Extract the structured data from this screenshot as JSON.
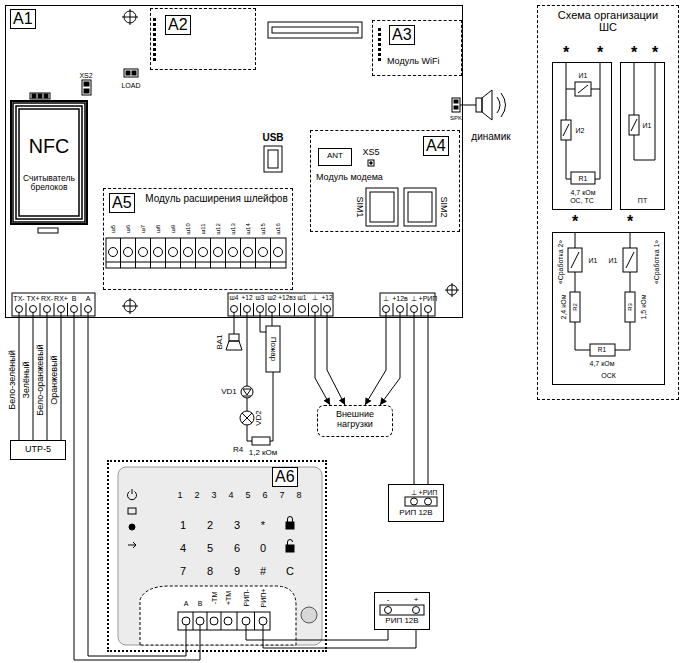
{
  "diagram": {
    "nodes": [
      {
        "text": [
          "A1"
        ]
      },
      {
        "text": [
          "A2"
        ],
        "in": 0
      },
      {
        "text": [
          "A3",
          "Модуль WiFi"
        ],
        "in": 0
      },
      {
        "text": [
          "NFC",
          "Считыватель брелоков"
        ],
        "in": 0
      },
      {
        "text": [
          "A5",
          "Модуль расширения шлейфов"
        ],
        "in": 0
      },
      {
        "text": [
          "A4",
          "Модуль модема"
        ],
        "in": 0
      },
      {
        "text": [
          "ANT"
        ],
        "in": 5
      },
      {
        "text": [
          "UTP-5"
        ]
      },
      {
        "text": [
          "Внешние нагрузки"
        ]
      },
      {
        "text": [
          "A6"
        ]
      },
      {
        "text": [
          "РИП 12В"
        ]
      },
      {
        "text": [
          "РИП 12В"
        ]
      },
      {
        "text": [
          "Схема организации ШС"
        ]
      },
      {
        "text": [
          "ОС, ТС"
        ],
        "in": 12
      },
      {
        "text": [
          "ПТ"
        ],
        "in": 12
      },
      {
        "text": [
          "ОСК"
        ],
        "in": 12
      }
    ],
    "edges": [
      {
        "from": 0,
        "to": 7,
        "arrow": "none",
        "label": "Бело-зелёный"
      },
      {
        "from": 0,
        "to": 7,
        "arrow": "none",
        "label": "Зелёный"
      },
      {
        "from": 0,
        "to": 7,
        "arrow": "none",
        "label": "Бело-оранжевый"
      },
      {
        "from": 0,
        "to": 7,
        "arrow": "none",
        "label": "Оранжевый"
      },
      {
        "from": 0,
        "to": 8,
        "arrow": "to"
      },
      {
        "from": 0,
        "to": 8,
        "arrow": "to"
      },
      {
        "from": 0,
        "to": 8,
        "arrow": "to"
      },
      {
        "from": 0,
        "to": 8,
        "arrow": "to"
      },
      {
        "from": 0,
        "to": 10,
        "arrow": "none"
      },
      {
        "from": 0,
        "to": 10,
        "arrow": "none"
      },
      {
        "from": 9,
        "to": 11,
        "arrow": "none"
      },
      {
        "from": 9,
        "to": 11,
        "arrow": "none"
      },
      {
        "from": 0,
        "to": 9,
        "arrow": "none"
      },
      {
        "from": 0,
        "to": 9,
        "arrow": "none"
      }
    ],
    "labels": [
      "XS2",
      "LOAD",
      "USB",
      "SPK",
      "динамик",
      "XS5",
      "SIM1",
      "SIM2",
      "ш5",
      "ш6",
      "ш7",
      "ш8",
      "ш9",
      "ш10",
      "ш11",
      "ш12",
      "ш13",
      "ш14",
      "ш15",
      "ш16",
      "TX-",
      "TX+",
      "RX-",
      "RX+",
      "B",
      "A",
      "ш4",
      "+12",
      "ш3",
      "ш2",
      "+12вз",
      "ш1",
      "⊥",
      "+12",
      "⊥",
      "+12в",
      "⊥",
      "+РИП",
      "BA1",
      "Пожар",
      "VD1",
      "VD2",
      "R4",
      "1,2 кОм",
      "1",
      "2",
      "3",
      "4",
      "5",
      "6",
      "7",
      "8",
      "1",
      "2",
      "3",
      "*",
      "4",
      "5",
      "6",
      "0",
      "7",
      "8",
      "9",
      "#",
      "C",
      "A",
      "B",
      "-ТМ",
      "+ТМ",
      "РИП-",
      "РИП+",
      "⊥",
      "+РИП",
      "-",
      "+",
      "*",
      "*",
      "*",
      "*",
      "*",
      "*",
      "И1",
      "И2",
      "R1",
      "4,7 кОм",
      "И1",
      "И1",
      "И1",
      "R2",
      "R3",
      "2,4 кОм",
      "1,5 кОм",
      "R1",
      "4,7 кОм",
      "«Сработка 2»",
      "«Сработка 1»"
    ]
  }
}
